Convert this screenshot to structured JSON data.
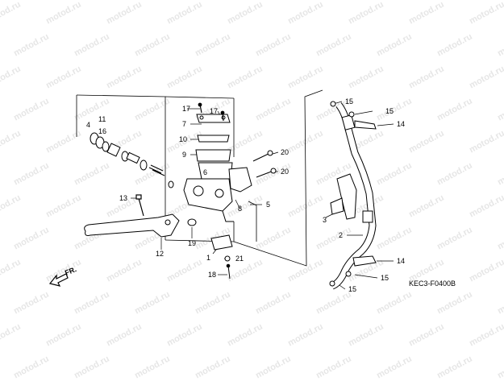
{
  "watermark": "motod.ru",
  "diagram_code": "KEC3-F0400B",
  "direction_label": "FR.",
  "callouts": {
    "c1": "1",
    "c2": "2",
    "c3": "3",
    "c4": "4",
    "c5": "5",
    "c6": "6",
    "c7": "7",
    "c8": "8",
    "c9": "9",
    "c10": "10",
    "c11": "11",
    "c12": "12",
    "c13": "13",
    "c14a": "14",
    "c14b": "14",
    "c15a": "15",
    "c15b": "15",
    "c15c": "15",
    "c15d": "15",
    "c16": "16",
    "c17a": "17",
    "c17b": "17",
    "c18": "18",
    "c19": "19",
    "c20a": "20",
    "c20b": "20",
    "c21": "21"
  }
}
